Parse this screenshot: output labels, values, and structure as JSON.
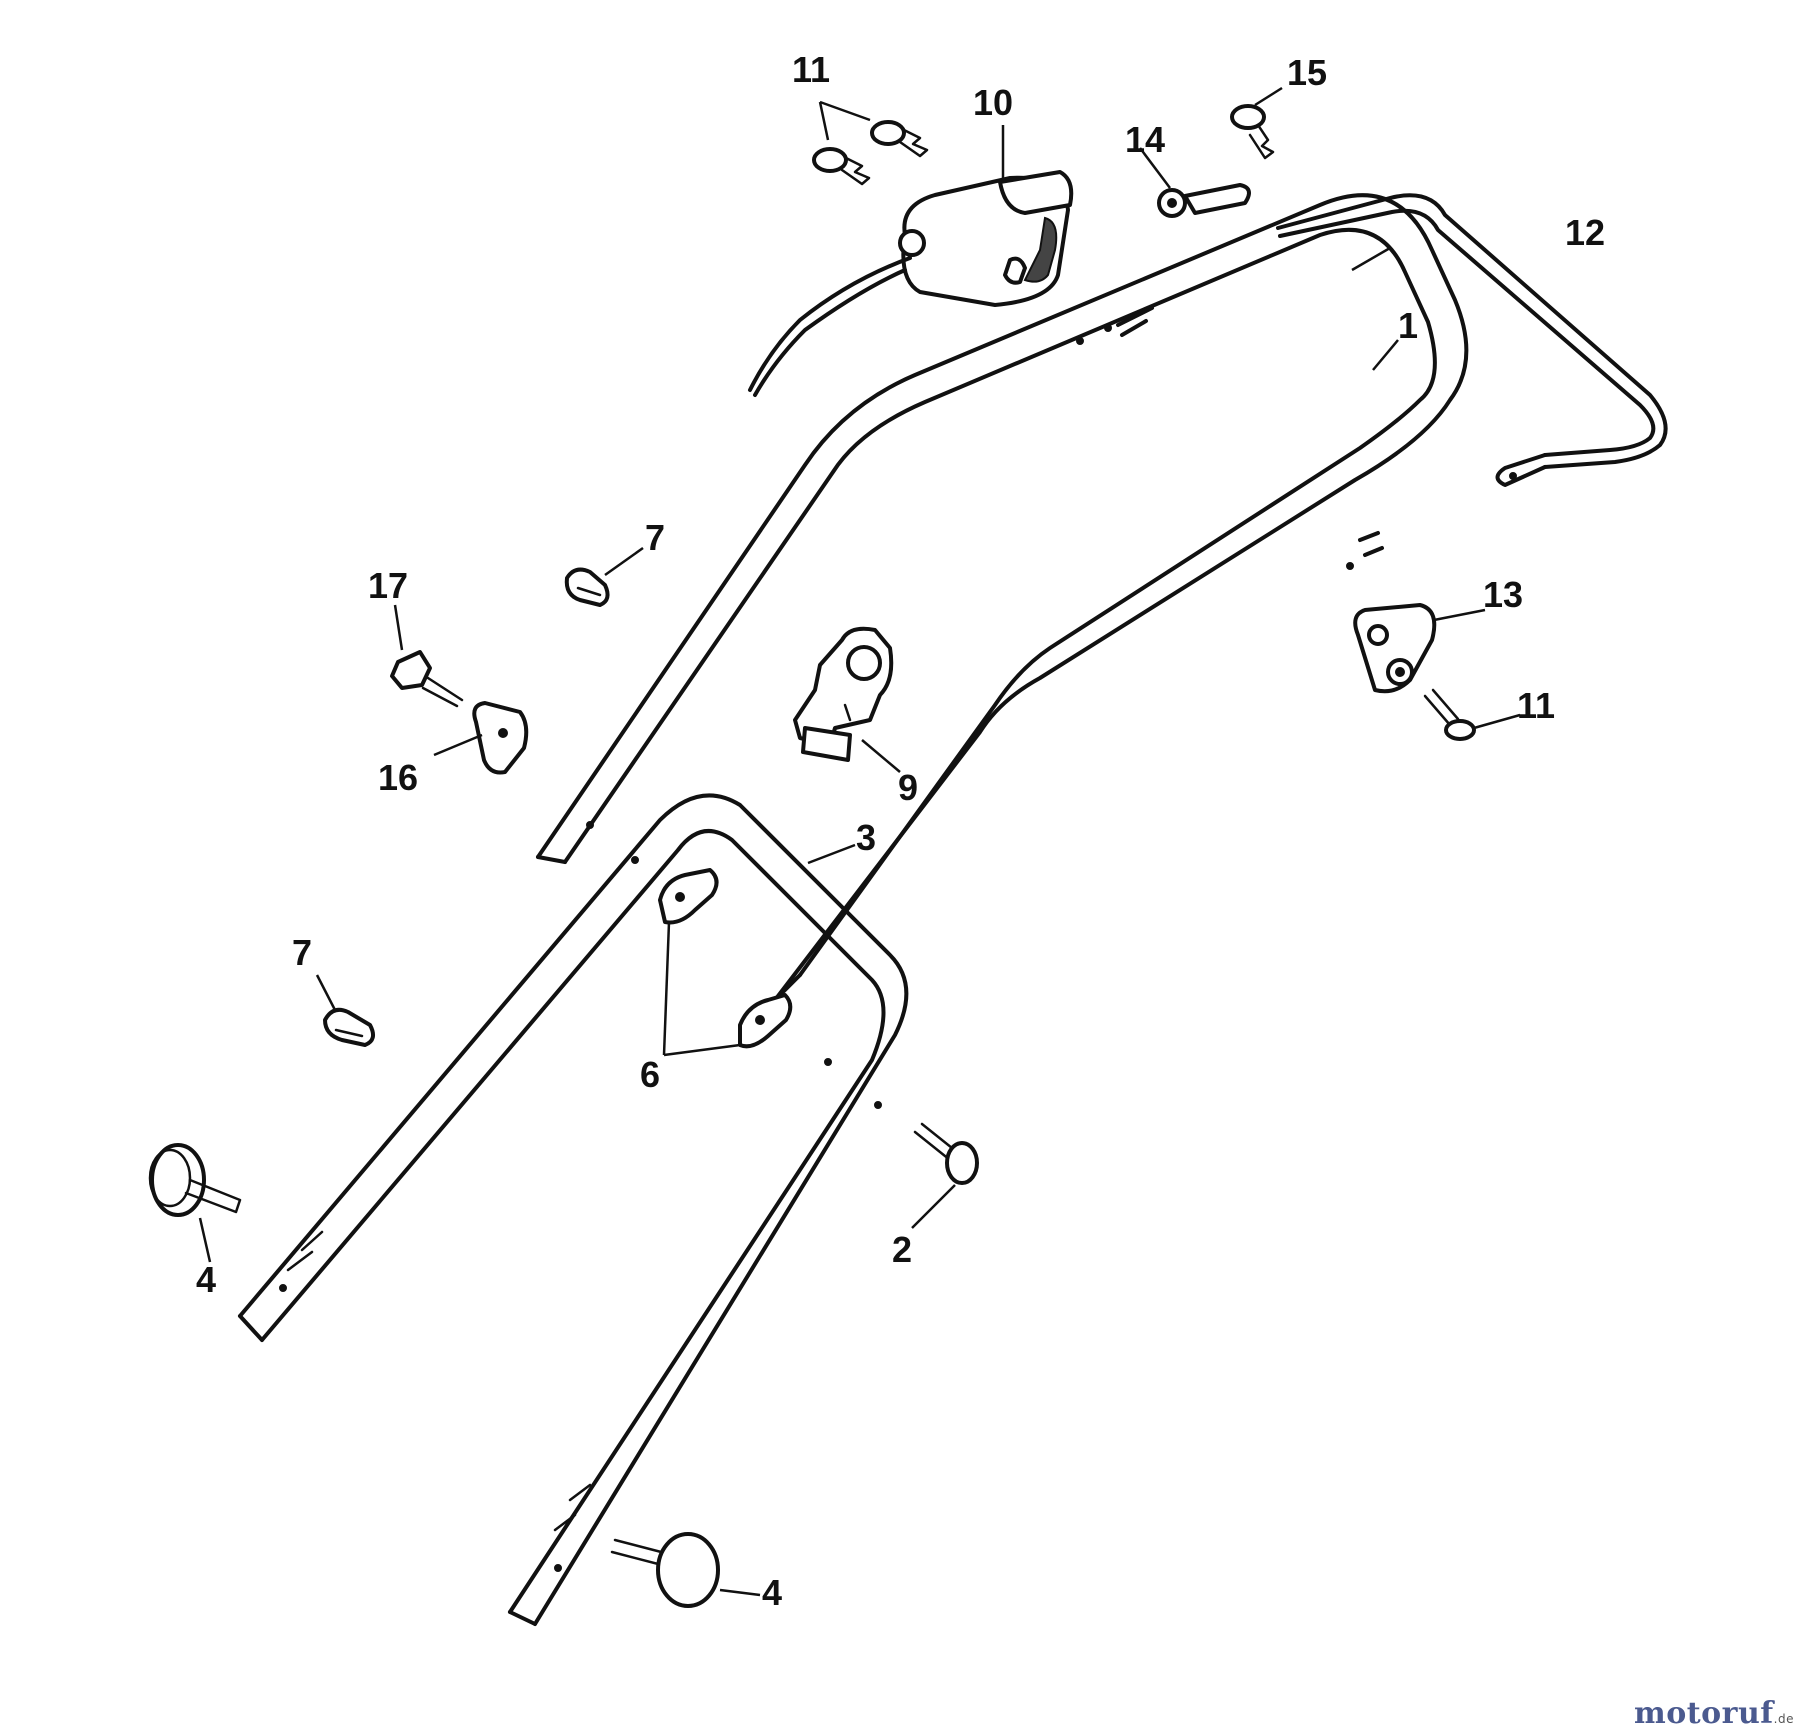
{
  "callouts": {
    "c1": "1",
    "c2": "2",
    "c3": "3",
    "c4a": "4",
    "c4b": "4",
    "c6": "6",
    "c7a": "7",
    "c7b": "7",
    "c9": "9",
    "c10": "10",
    "c11a": "11",
    "c11b": "11",
    "c12": "12",
    "c13": "13",
    "c14": "14",
    "c15": "15",
    "c16": "16",
    "c17": "17"
  },
  "watermark": {
    "text": "motoruf",
    "suffix": ".de"
  }
}
